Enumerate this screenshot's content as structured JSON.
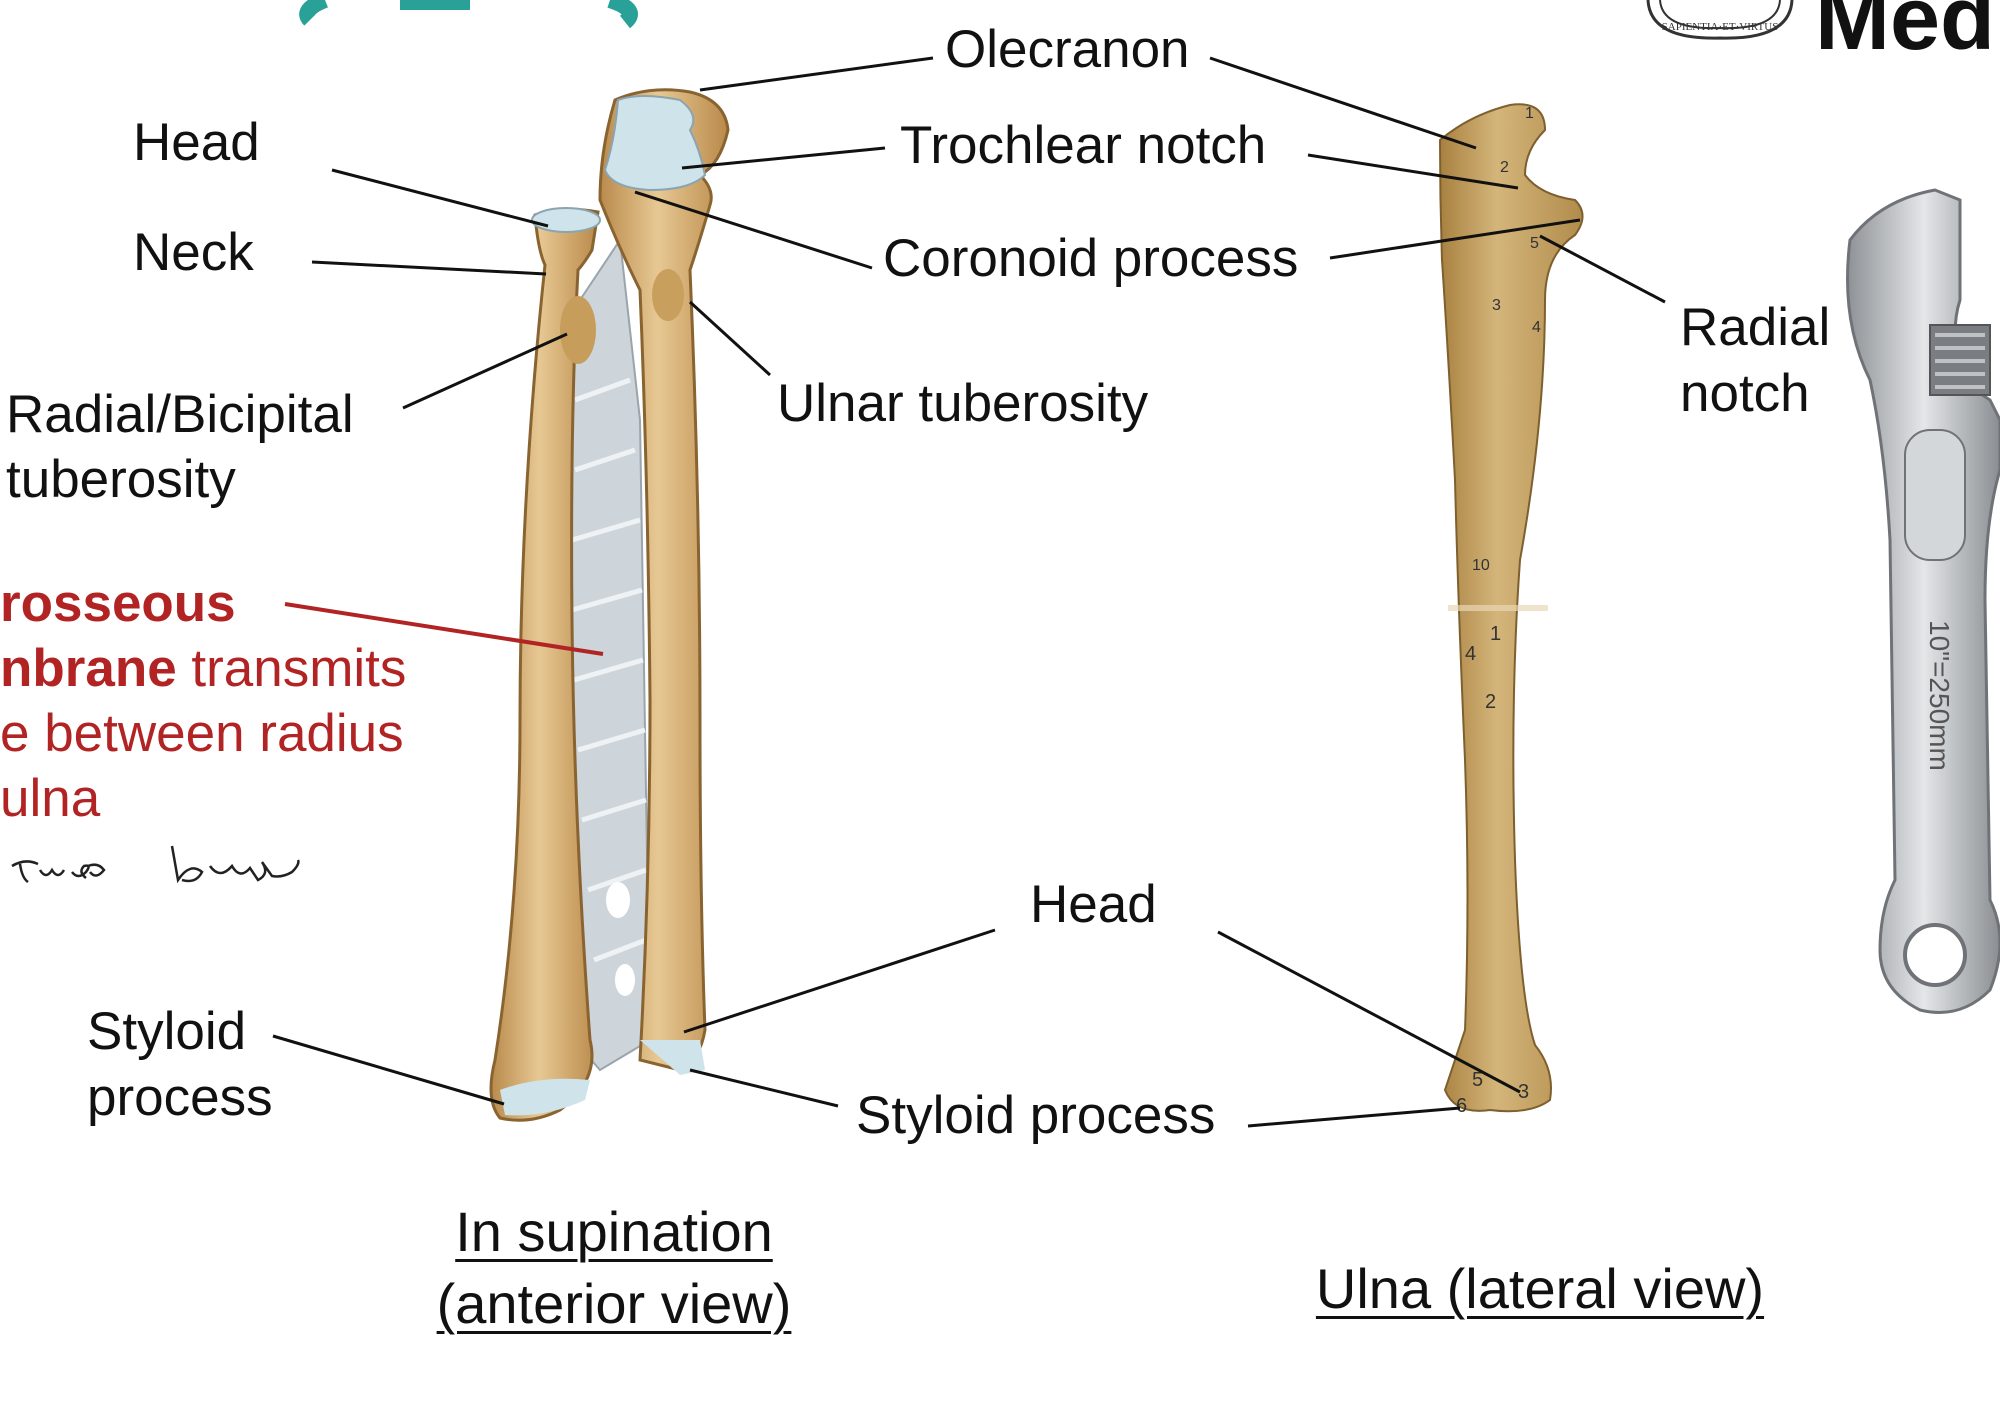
{
  "header": {
    "brand_text_fragment": "Med",
    "logo_motto": "SAPIENTIA · ET · VIRTUS",
    "colors": {
      "title_teal": "#2aa198"
    }
  },
  "left_figure": {
    "labels": {
      "head": "Head",
      "neck": "Neck",
      "radial_tuberosity_line1": "Radial/Bicipital",
      "radial_tuberosity_line2": "tuberosity",
      "olecranon": "Olecranon",
      "trochlear_notch": "Trochlear notch",
      "coronoid_process": "Coronoid process",
      "ulnar_tuberosity": "Ulnar tuberosity",
      "styloid_process_left_line1": "Styloid",
      "styloid_process_left_line2": "process",
      "head_lower": "Head",
      "styloid_process_right": "Styloid process"
    },
    "note": {
      "line1_bold": "rosseous",
      "line2_bold": "nbrane",
      "line2_rest": " transmits",
      "line3": "e between radius",
      "line4": "ulna",
      "color": "#b22424"
    },
    "caption_line1": "In supination",
    "caption_line2": "(anterior view)"
  },
  "right_figure": {
    "labels": {
      "radial_notch_line1": "Radial",
      "radial_notch_line2": "notch"
    },
    "bone_numbers": [
      "1",
      "2",
      "5",
      "3",
      "4",
      "10",
      "1",
      "4",
      "2",
      "5",
      "3",
      "6"
    ],
    "caption": "Ulna (lateral view)"
  },
  "colors": {
    "bone": "#d9b47a",
    "bone_dark": "#b58a4a",
    "cartilage": "#cfe3ea",
    "membrane": "#c9d1d8",
    "leader_line": "#111111",
    "note_line": "#b22424",
    "wrench": "#a9acb0"
  },
  "icons": [
    "university-seal-icon",
    "wrench-icon"
  ]
}
